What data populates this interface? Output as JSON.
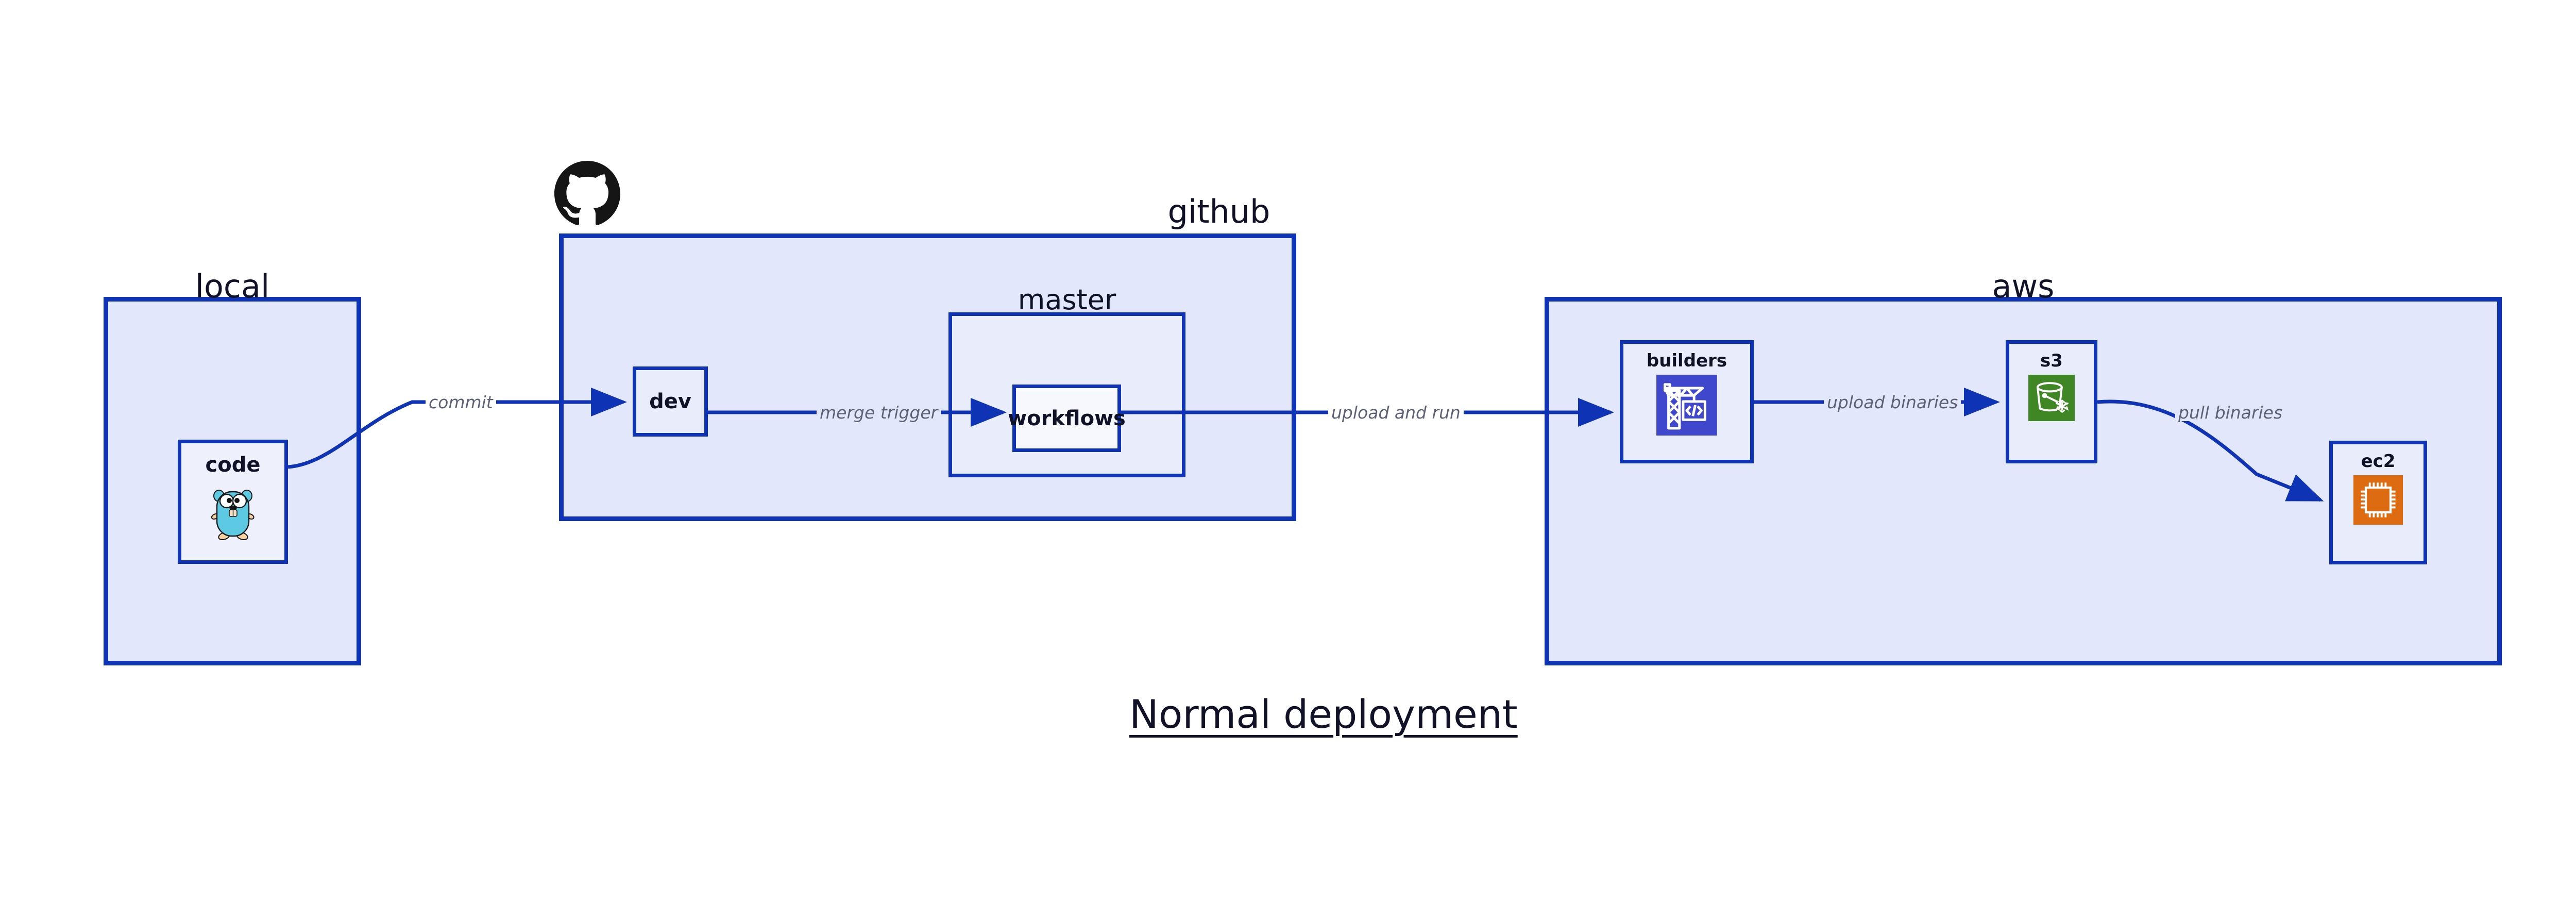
{
  "diagram": {
    "caption": "Normal deployment",
    "background": "#ffffff",
    "accent": "#0f33b5",
    "zone_fill": "#e3e7fb",
    "node_fill": "#eef1fc",
    "label_color": "#5b6275",
    "title_color": "#101327"
  },
  "zones": [
    {
      "id": "local",
      "label": "local"
    },
    {
      "id": "github",
      "label": "github"
    },
    {
      "id": "master",
      "label": "master"
    },
    {
      "id": "aws",
      "label": "aws"
    }
  ],
  "nodes": [
    {
      "id": "code",
      "label": "code",
      "icon": "go-gopher-icon",
      "icon_color": "#5dc9e2"
    },
    {
      "id": "dev",
      "label": "dev",
      "icon": "none",
      "icon_color": ""
    },
    {
      "id": "workflows",
      "label": "workflows",
      "icon": "none",
      "icon_color": ""
    },
    {
      "id": "builders",
      "label": "builders",
      "icon": "aws-crane-icon",
      "icon_color": "#3f48cc"
    },
    {
      "id": "s3",
      "label": "s3",
      "icon": "aws-s3-icon",
      "icon_color": "#3f8624"
    },
    {
      "id": "ec2",
      "label": "ec2",
      "icon": "aws-ec2-icon",
      "icon_color": "#dd6b12"
    }
  ],
  "edges": [
    {
      "id": "commit",
      "label": "commit",
      "from": "code",
      "to": "dev"
    },
    {
      "id": "merge-trigger",
      "label": "merge trigger",
      "from": "dev",
      "to": "workflows"
    },
    {
      "id": "upload-and-run",
      "label": "upload and run",
      "from": "workflows",
      "to": "builders"
    },
    {
      "id": "upload-binaries",
      "label": "upload binaries",
      "from": "builders",
      "to": "s3"
    },
    {
      "id": "pull-binaries",
      "label": "pull binaries",
      "from": "s3",
      "to": "ec2"
    }
  ],
  "logos": [
    {
      "id": "github-logo",
      "name": "github-octocat-icon",
      "color": "#151515"
    }
  ]
}
